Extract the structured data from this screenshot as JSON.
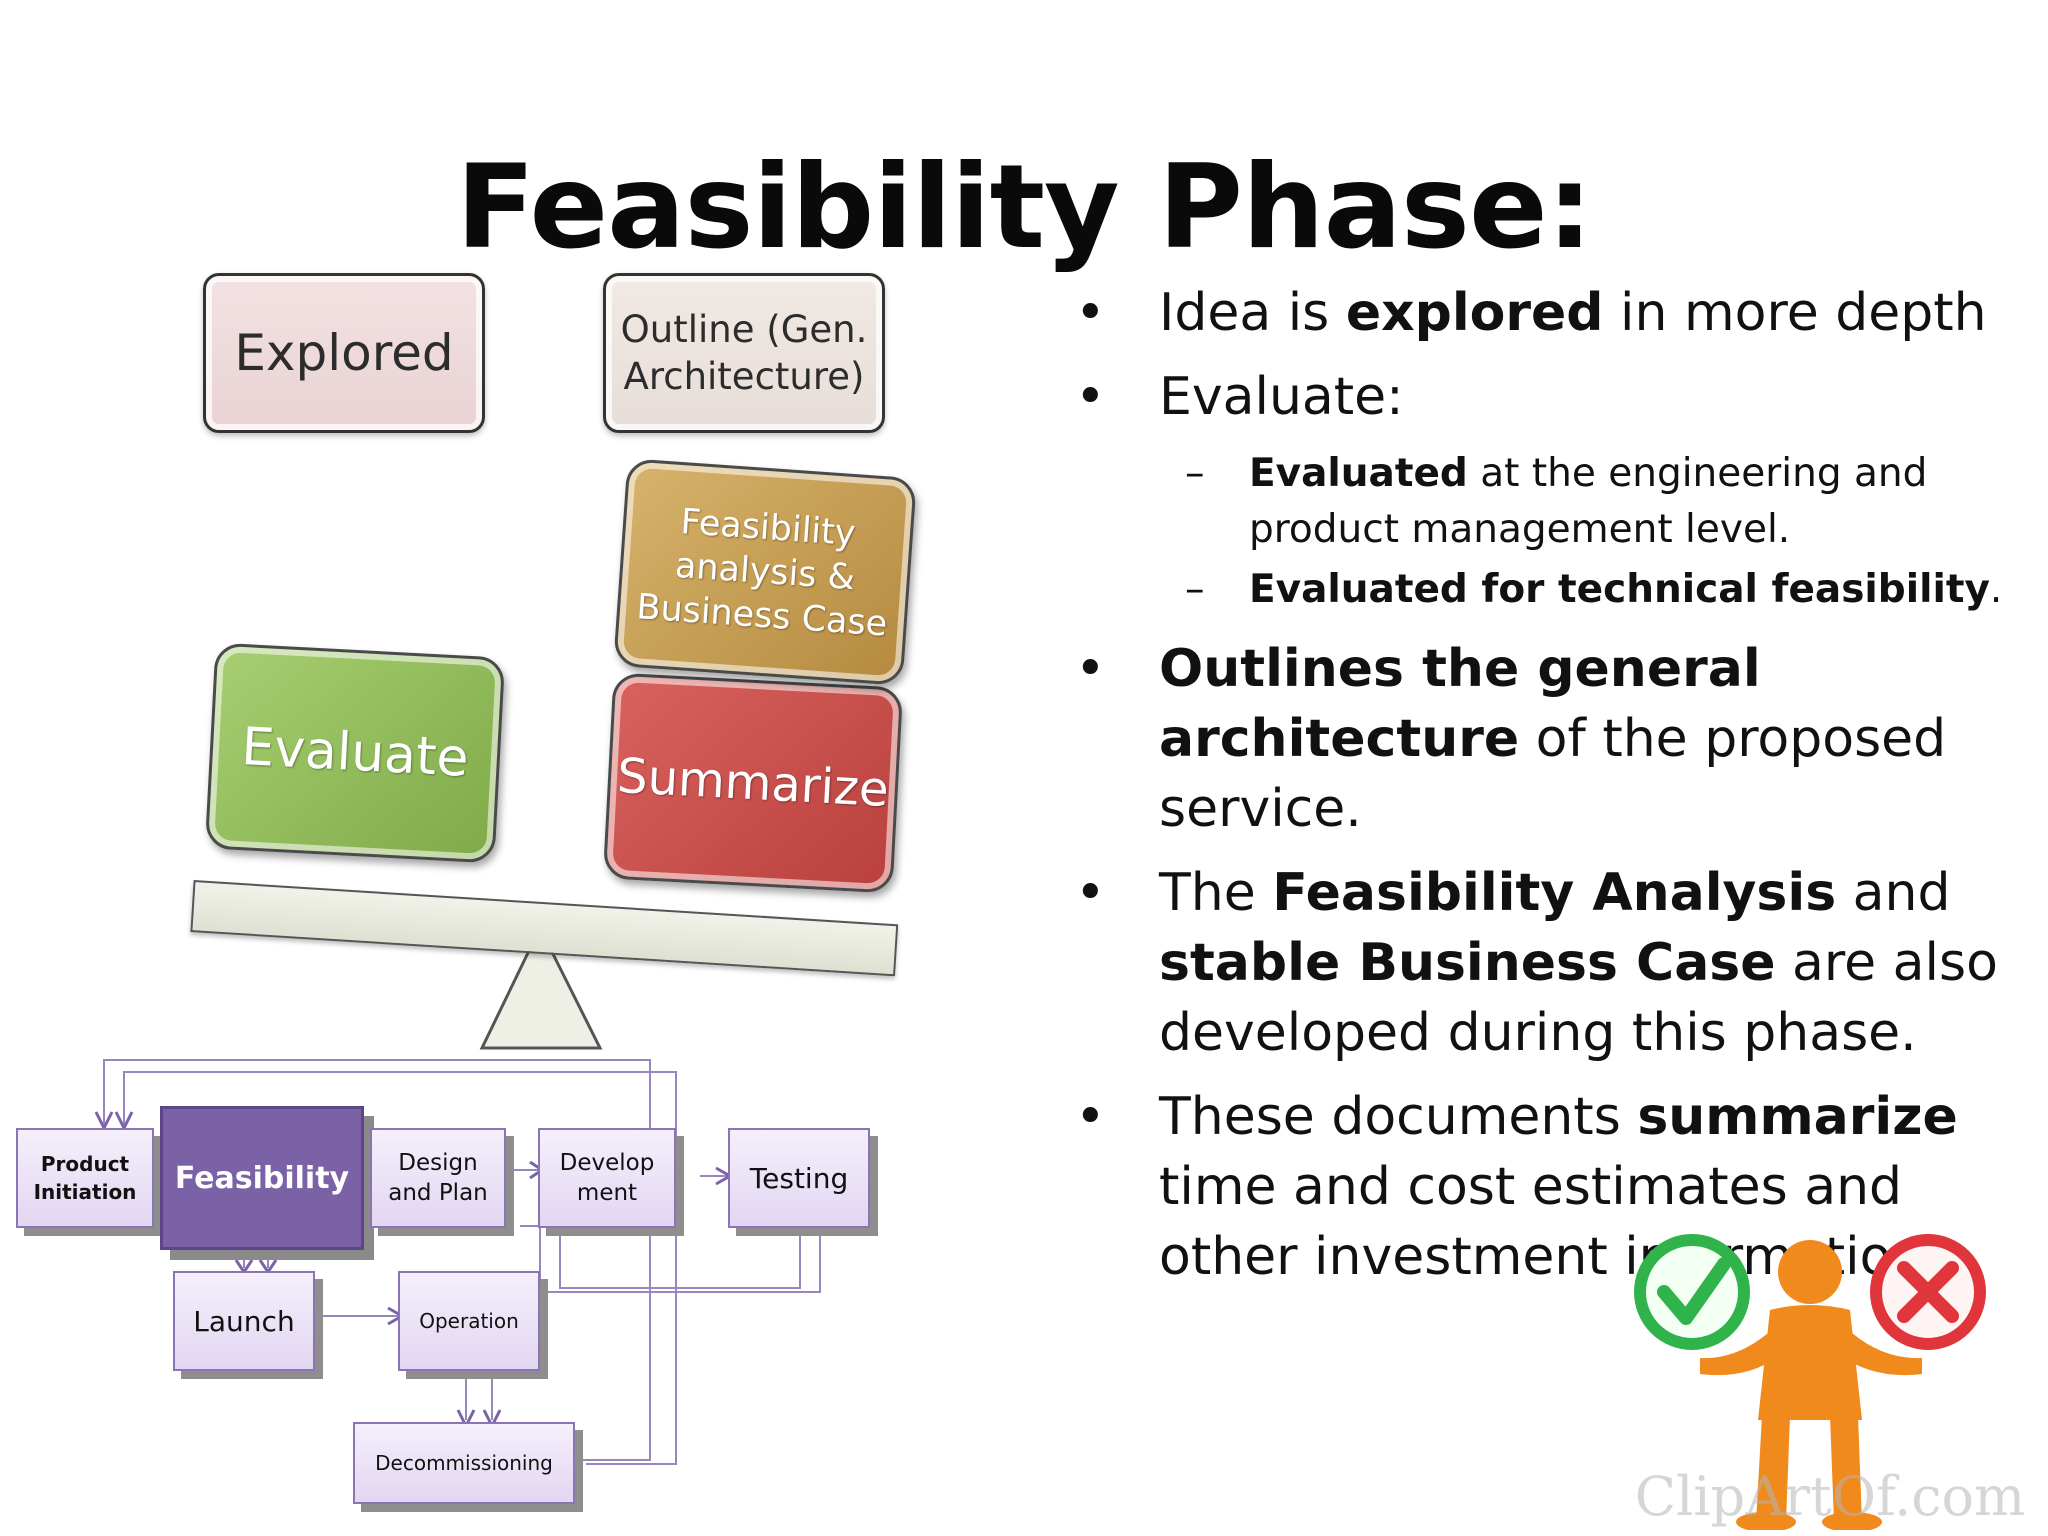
{
  "slide": {
    "title": "Feasibility Phase:"
  },
  "diagram": {
    "top_boxes": {
      "explored": "Explored",
      "outline_line1": "Outline (Gen.",
      "outline_line2": "Architecture)"
    },
    "balance": {
      "evaluate": "Evaluate",
      "summarize": "Summarize",
      "feasibility_line1": "Feasibility",
      "feasibility_line2": "analysis &",
      "feasibility_line3": "Business Case"
    },
    "process": {
      "product_initiation_line1": "Product",
      "product_initiation_line2": "Initiation",
      "feasibility": "Feasibility",
      "design_line1": "Design",
      "design_line2": "and Plan",
      "develop_line1": "Develop",
      "develop_line2": "ment",
      "testing": "Testing",
      "launch": "Launch",
      "operation": "Operation",
      "decommissioning": "Decommissioning"
    }
  },
  "bullets": {
    "b1": {
      "pre": "Idea is ",
      "bold": "explored",
      "post": " in more depth"
    },
    "b2": {
      "text": "Evaluate:"
    },
    "s1": {
      "bold": "Evaluated",
      "post": " at the engineering and product management level."
    },
    "s2": {
      "bold": "Evaluated for technical feasibility",
      "post": "."
    },
    "b3": {
      "bold": "Outlines the general architecture",
      "post": " of the proposed service."
    },
    "b4": {
      "pre": "The ",
      "bold1": "Feasibility Analysis",
      "mid": " and ",
      "bold2": "stable Business Case",
      "post": " are also developed during this phase."
    },
    "b5": {
      "pre": "These documents ",
      "bold": "summarize",
      "post": " time and cost estimates and other investment information"
    },
    "bullet_glyph": "•",
    "dash_glyph": "–"
  },
  "clipart": {
    "watermark": "ClipArtOf.com",
    "check_color": "#2fb34a",
    "cross_color": "#e0353b",
    "figure_color": "#f08a1c"
  },
  "colors": {
    "process_accent": "#7b62a6",
    "evaluate_green": "#8fbc57",
    "summarize_red": "#c8504c",
    "feasibility_gold": "#c69d52"
  }
}
